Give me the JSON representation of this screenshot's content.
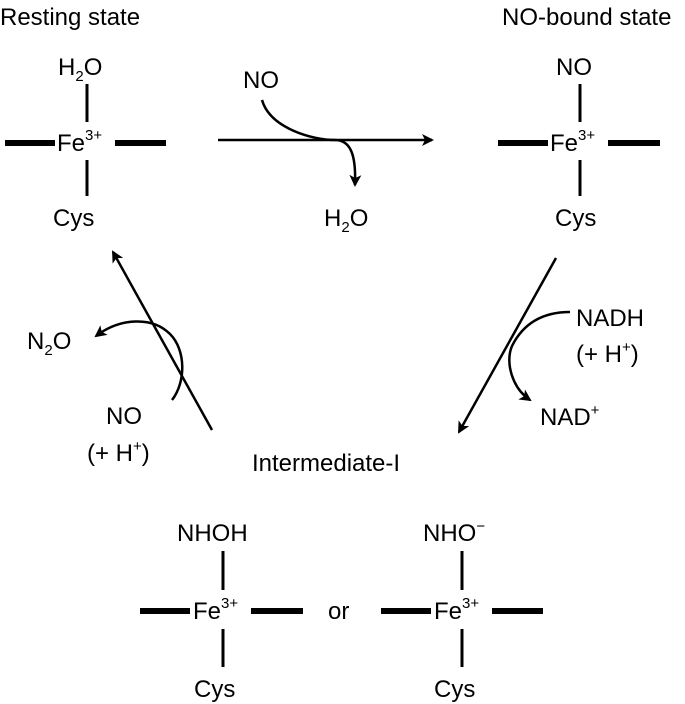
{
  "states": {
    "resting": {
      "title": "Resting state",
      "top_ligand": "H",
      "top_ligand_sub": "2",
      "top_ligand_tail": "O",
      "metal": "Fe",
      "metal_charge": "3+",
      "bottom_ligand": "Cys"
    },
    "no_bound": {
      "title": "NO-bound state",
      "top_ligand": "NO",
      "metal": "Fe",
      "metal_charge": "3+",
      "bottom_ligand": "Cys"
    },
    "intermediate": {
      "title": "Intermediate-I",
      "form_a": {
        "top_ligand": "NHOH",
        "metal": "Fe",
        "metal_charge": "3+",
        "bottom_ligand": "Cys"
      },
      "connector": "or",
      "form_b": {
        "top_ligand": "NHO",
        "top_ligand_charge": "−",
        "metal": "Fe",
        "metal_charge": "3+",
        "bottom_ligand": "Cys"
      }
    }
  },
  "steps": {
    "binding": {
      "in": "NO",
      "out_main": "H",
      "out_sub": "2",
      "out_tail": "O"
    },
    "reduction": {
      "in_line1": "NADH",
      "in_line2_open": "(+ H",
      "in_line2_charge": "+",
      "in_line2_close": ")",
      "out_main": "NAD",
      "out_charge": "+"
    },
    "release": {
      "in_line1": "NO",
      "in_line2_open": "(+ H",
      "in_line2_charge": "+",
      "in_line2_close": ")",
      "out_main": "N",
      "out_sub": "2",
      "out_tail": "O"
    }
  },
  "colors": {
    "ink": "#000000",
    "background": "#ffffff"
  }
}
